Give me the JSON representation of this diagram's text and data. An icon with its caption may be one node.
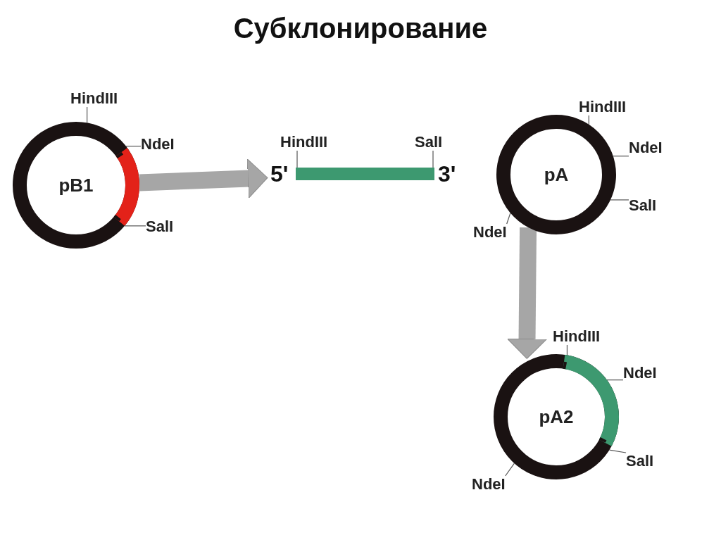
{
  "diagram": {
    "title": "Субклонирование",
    "nodes": [
      {
        "text": [
          "pB1"
        ]
      },
      {
        "text": [],
        "shape": "bar",
        "beside": [
          "5'",
          "3'"
        ]
      },
      {
        "text": [
          "pA"
        ]
      },
      {
        "text": [
          "pA2"
        ]
      },
      {
        "text": [
          "HindIII"
        ]
      },
      {
        "text": [
          "NdeI"
        ]
      },
      {
        "text": [
          "SalI"
        ]
      },
      {
        "text": [
          "HindIII"
        ]
      },
      {
        "text": [
          "SalI"
        ]
      },
      {
        "text": [
          "HindIII"
        ]
      },
      {
        "text": [
          "NdeI"
        ]
      },
      {
        "text": [
          "SalI"
        ]
      },
      {
        "text": [
          "NdeI"
        ]
      },
      {
        "text": [
          "HindIII"
        ]
      },
      {
        "text": [
          "NdeI"
        ]
      },
      {
        "text": [
          "SalI"
        ]
      },
      {
        "text": [
          "NdeI"
        ]
      }
    ],
    "edges": [
      {
        "from": 0,
        "to": 1,
        "arrow": "to",
        "style": "thick"
      },
      {
        "from": 2,
        "to": 3,
        "arrow": "to",
        "style": "thick"
      },
      {
        "from": 4,
        "to": 0,
        "arrow": "none"
      },
      {
        "from": 5,
        "to": 0,
        "arrow": "none"
      },
      {
        "from": 6,
        "to": 0,
        "arrow": "none"
      },
      {
        "from": 7,
        "to": 1,
        "arrow": "none"
      },
      {
        "from": 8,
        "to": 1,
        "arrow": "none"
      },
      {
        "from": 9,
        "to": 2,
        "arrow": "none"
      },
      {
        "from": 10,
        "to": 2,
        "arrow": "none"
      },
      {
        "from": 11,
        "to": 2,
        "arrow": "none"
      },
      {
        "from": 12,
        "to": 2,
        "arrow": "none"
      },
      {
        "from": 13,
        "to": 3,
        "arrow": "none"
      },
      {
        "from": 14,
        "to": 3,
        "arrow": "none"
      },
      {
        "from": 15,
        "to": 3,
        "arrow": "none"
      },
      {
        "from": 16,
        "to": 3,
        "arrow": "none"
      }
    ]
  }
}
